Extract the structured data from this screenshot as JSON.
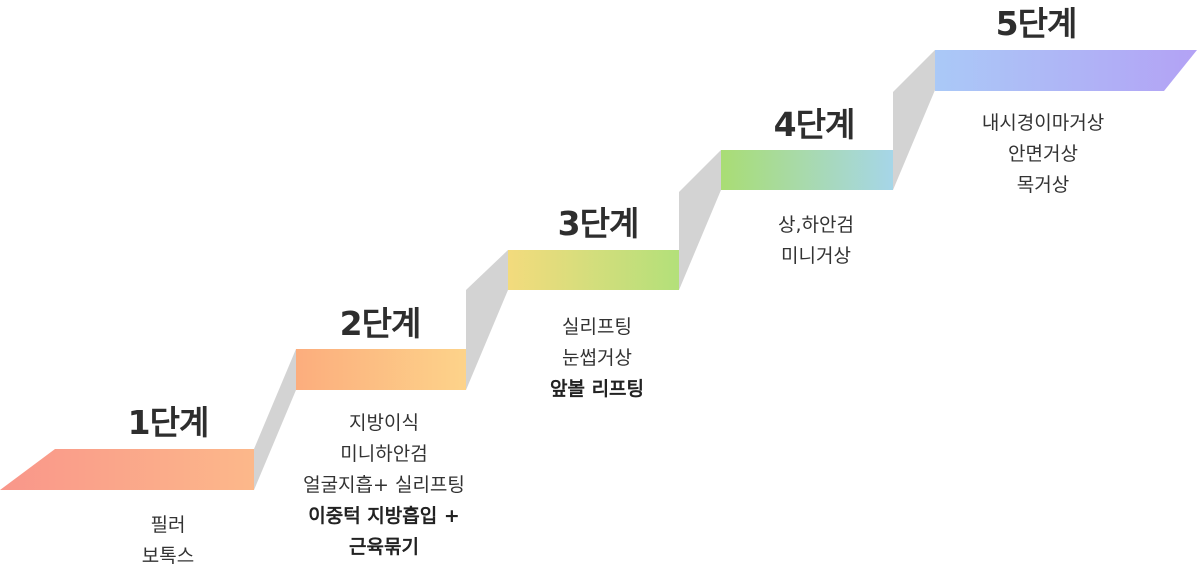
{
  "steps": [
    {
      "title": "1단계",
      "items": [
        "필러",
        "보톡스"
      ],
      "colors": [
        "#f9968a",
        "#fcb88a"
      ]
    },
    {
      "title": "2단계",
      "items": [
        "지방이식",
        "미니하안검",
        "얼굴지흡+ 실리프팅",
        "이중턱 지방흡입 +",
        "근육묶기"
      ],
      "colors": [
        "#fcad7d",
        "#fdd38a"
      ]
    },
    {
      "title": "3단계",
      "items": [
        "실리프팅",
        "눈썹거상",
        "앞볼 리프팅"
      ],
      "colors": [
        "#f3db7d",
        "#b3e07a"
      ]
    },
    {
      "title": "4단계",
      "items": [
        "상,하안검",
        "미니거상"
      ],
      "colors": [
        "#a9dd74",
        "#a6d6e8"
      ]
    },
    {
      "title": "5단계",
      "items": [
        "내시경이마거상",
        "안면거상",
        "목거상"
      ],
      "colors": [
        "#aac9f7",
        "#b3a2f5"
      ]
    }
  ],
  "riser_color": "#d3d3d3"
}
